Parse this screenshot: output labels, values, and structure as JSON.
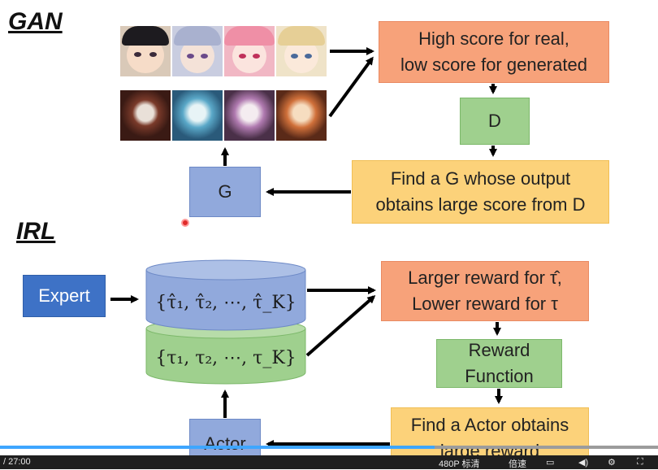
{
  "sections": {
    "gan_title": "GAN",
    "irl_title": "IRL"
  },
  "gan": {
    "discriminator_goal": "High score for real,\nlow score for generated",
    "d_label": "D",
    "generator_goal": "Find a G whose output\nobtains large score from D",
    "g_label": "G"
  },
  "irl": {
    "expert_label": "Expert",
    "expert_trajectories": "{τ̂₁, τ̂₂, ⋯, τ̂_K}",
    "actor_trajectories": "{τ₁, τ₂, ⋯, τ_K}",
    "reward_goal": "Larger reward for τ̂,\nLower reward for τ",
    "reward_function_label": "Reward\nFunction",
    "actor_goal": "Find a Actor obtains\nlarge reward",
    "actor_label": "Actor"
  },
  "player": {
    "progress": 0.66,
    "time_text": "/ 27:00",
    "quality_text": "480P 标清",
    "speed_text": "倍速"
  },
  "colors": {
    "orange": "#f7a27a",
    "green": "#9fd08e",
    "yellow": "#fcd27a",
    "blue": "#91a9dc",
    "expert": "#3e72c6",
    "progress": "#3ea6ff"
  }
}
